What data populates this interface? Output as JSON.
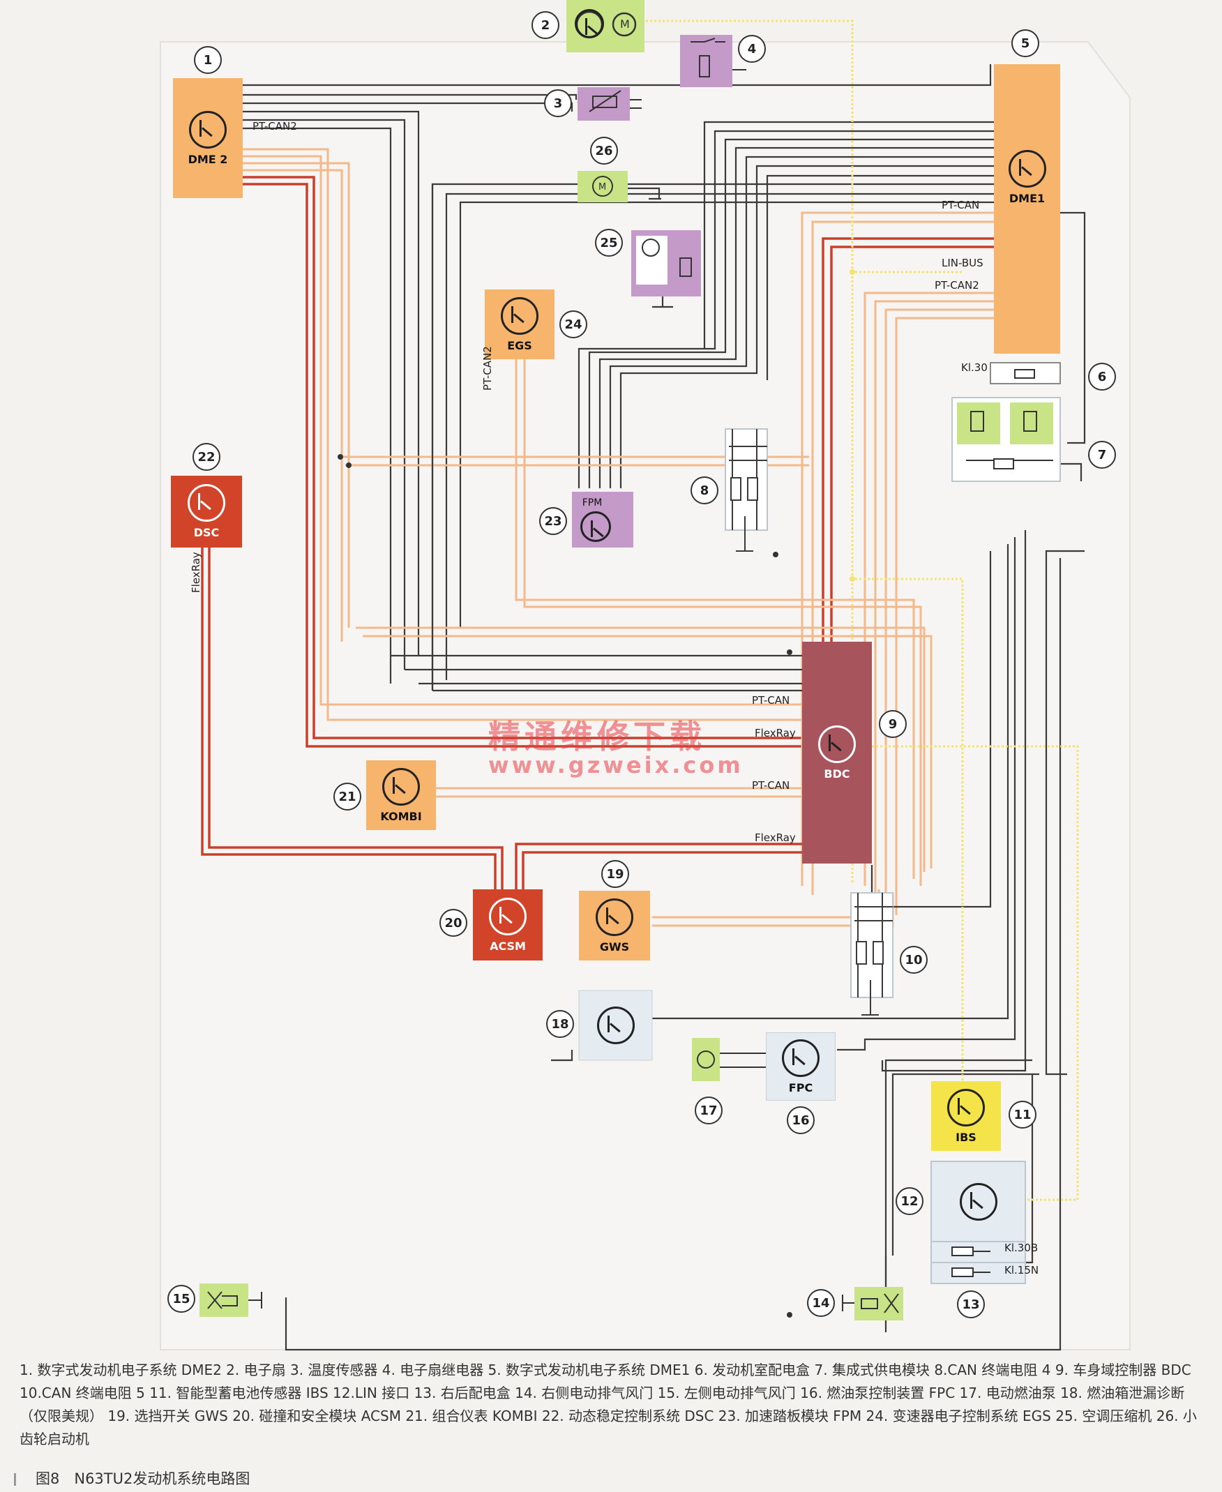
{
  "modules": {
    "dme2": "DME 2",
    "dme1": "DME1",
    "egs": "EGS",
    "dsc": "DSC",
    "fpm": "FPM",
    "bdc": "BDC",
    "kombi": "KOMBI",
    "acsm": "ACSM",
    "gws": "GWS",
    "fpc": "FPC",
    "ibs": "IBS"
  },
  "bus_labels": {
    "pt_can2_dme2": "PT-CAN2",
    "pt_can_dme1": "PT-CAN",
    "lin_bus": "LIN-BUS",
    "pt_can2_dme1": "PT-CAN2",
    "pt_can2_egs": "PT-CAN2",
    "flexray_dsc": "FlexRay",
    "bdc_pt_can_1": "PT-CAN",
    "bdc_flexray_1": "FlexRay",
    "bdc_pt_can_2": "PT-CAN",
    "bdc_flexray_2": "FlexRay",
    "kl30": "Kl.30",
    "kl30b": "Kl.30B",
    "kl15n": "Kl.15N"
  },
  "numbers": [
    "1",
    "2",
    "3",
    "4",
    "5",
    "6",
    "7",
    "8",
    "9",
    "10",
    "11",
    "12",
    "13",
    "14",
    "15",
    "16",
    "17",
    "18",
    "19",
    "20",
    "21",
    "22",
    "23",
    "24",
    "25",
    "26"
  ],
  "watermark": {
    "cn": "精通维修下载",
    "url": "www.gzweix.com"
  },
  "caption": "1. 数字式发动机电子系统 DME2 2. 电子扇 3. 温度传感器 4. 电子扇继电器 5. 数字式发动机电子系统 DME1 6. 发动机室配电盒 7. 集成式供电模块 8.CAN 终端电阻 4 9. 车身域控制器 BDC 10.CAN 终端电阻 5 11. 智能型蓄电池传感器 IBS 12.LIN 接口 13. 右后配电盒 14. 右侧电动排气风门 15. 左侧电动排气风门 16. 燃油泵控制装置 FPC 17. 电动燃油泵 18. 燃油箱泄漏诊断（仅限美规） 19. 选挡开关 GWS 20. 碰撞和安全模块 ACSM 21. 组合仪表 KOMBI 22. 动态稳定控制系统 DSC 23. 加速踏板模块 FPM 24. 变速器电子控制系统 EGS 25. 空调压缩机 26. 小齿轮启动机",
  "figure_title": "图8　N63TU2发动机系统电路图",
  "colors": {
    "orange_module": "#f6b46d",
    "dark_red_module": "#d2442a",
    "bdc": "#a8545d",
    "purple": "#c49ac9",
    "green": "#c9e487",
    "yellow": "#f5e34a",
    "light_blue": "#e4ecf2",
    "wire_dark": "#3a3a3a",
    "wire_orange": "#f4b98a",
    "wire_red": "#c8402c",
    "wire_yellow_dotted": "#f3e36a"
  }
}
